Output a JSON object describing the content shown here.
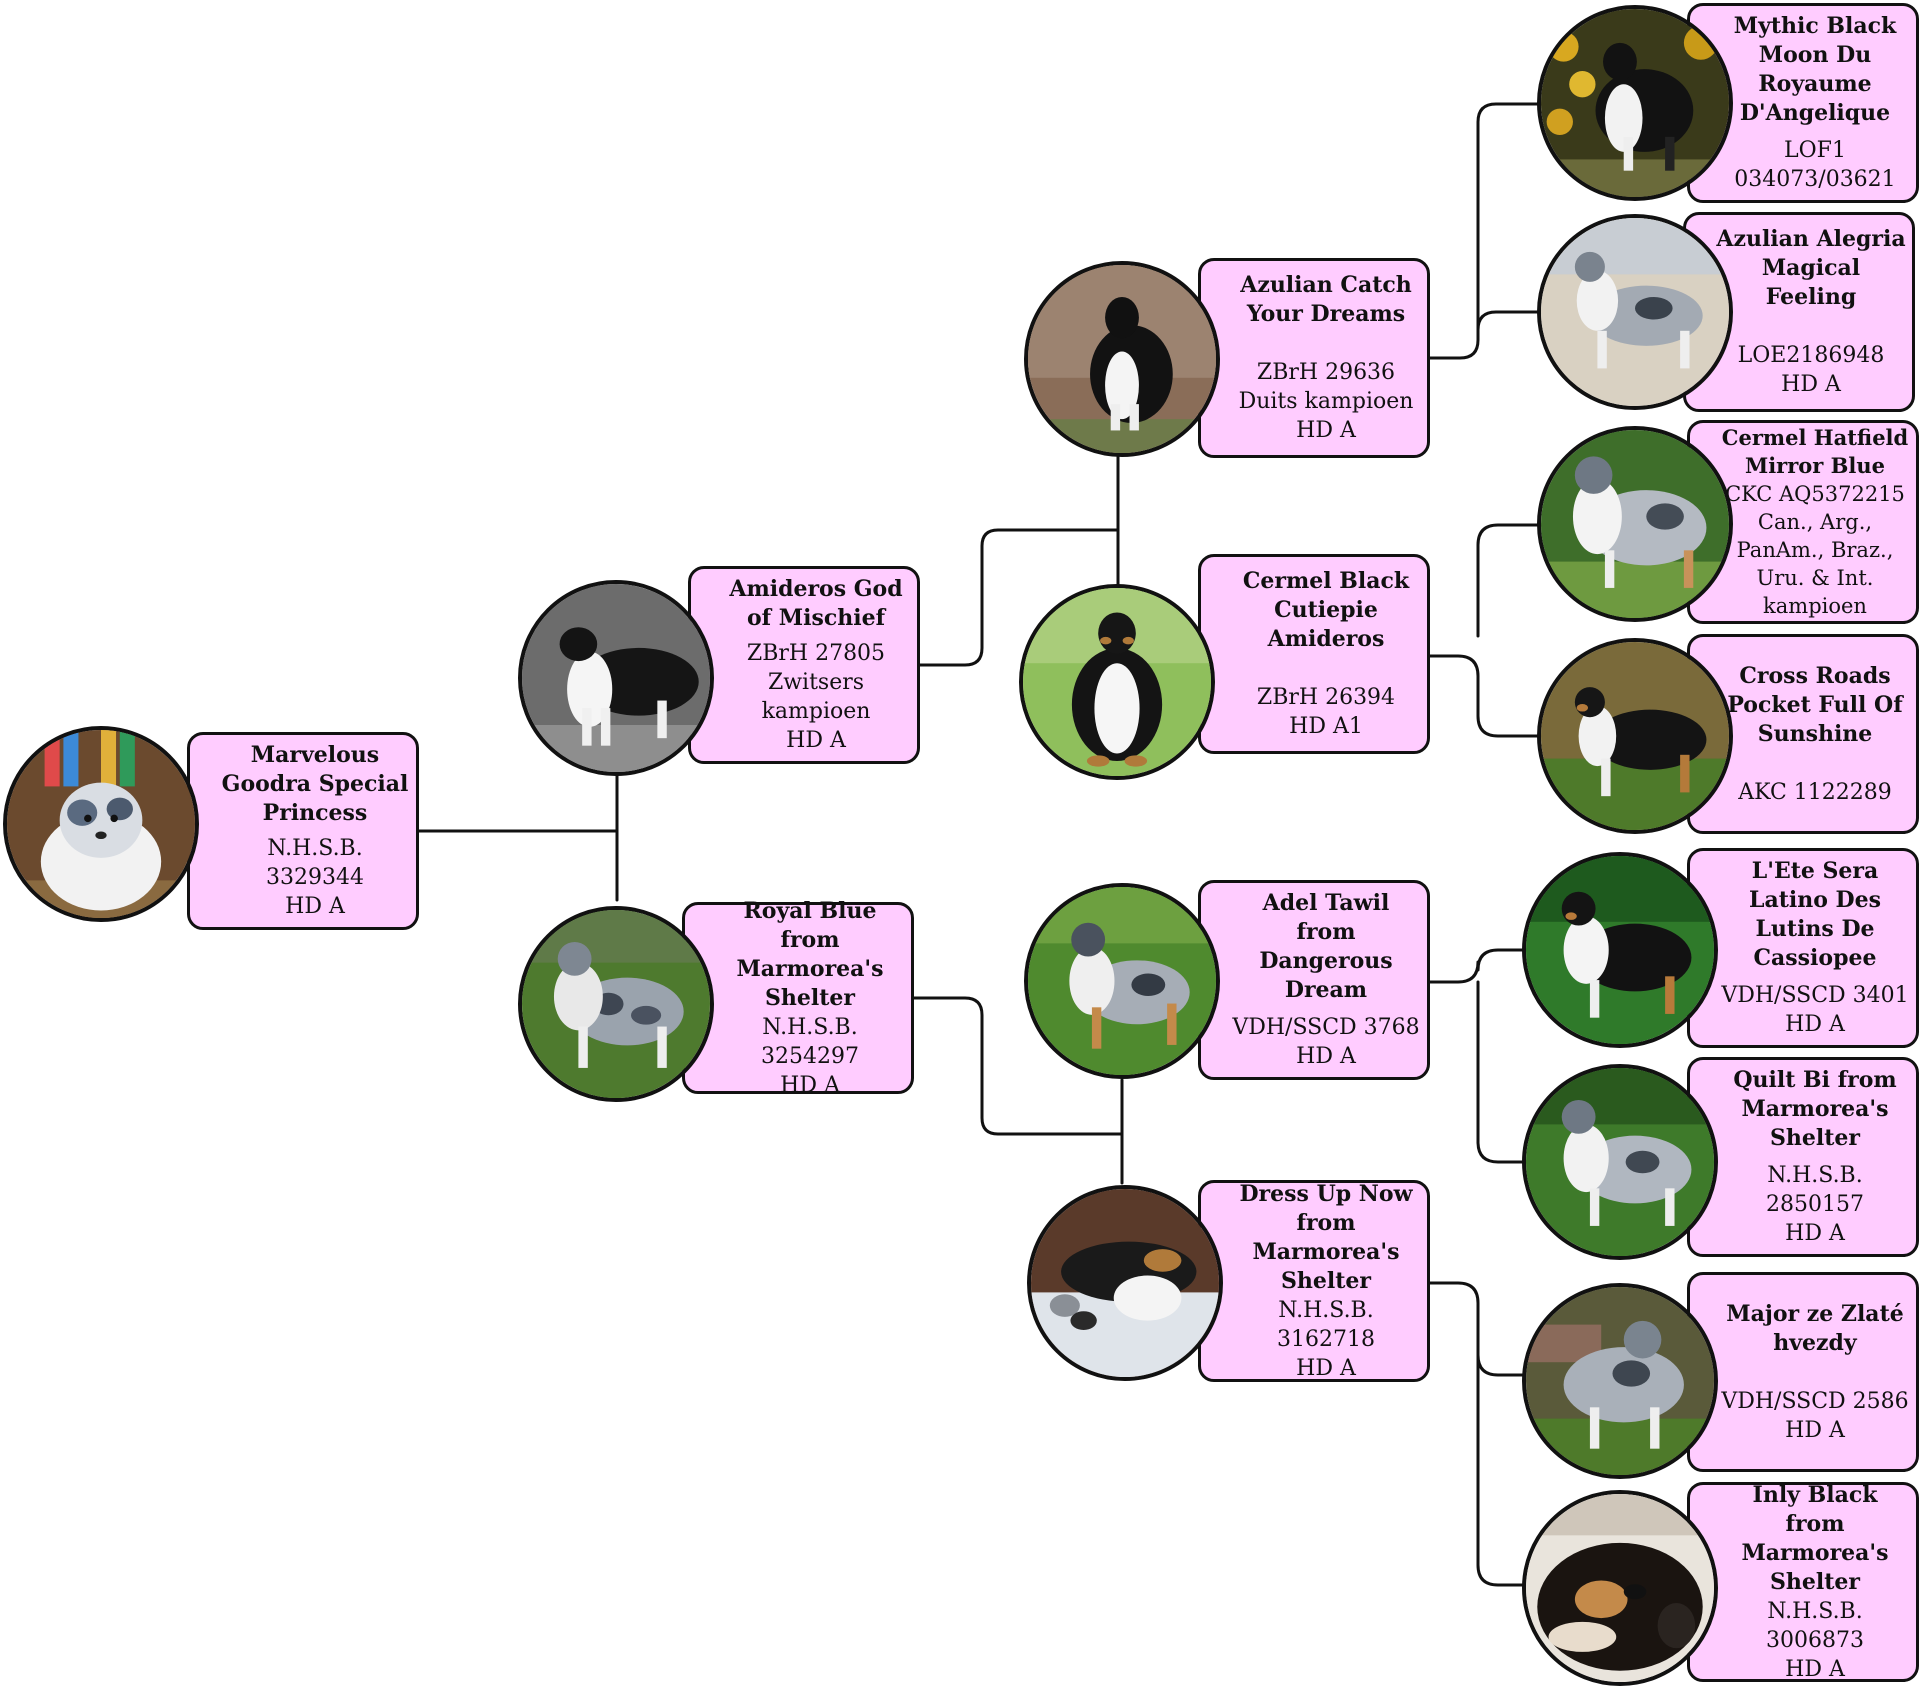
{
  "colors": {
    "card_bg": "#ffccff",
    "outline": "#111111"
  },
  "dogs": {
    "subject": {
      "name": "Marvelous Goodra Special Princess",
      "info": "N.H.S.B. 3329344\nHD A"
    },
    "sire": {
      "name": "Amideros God of Mischief",
      "info": "ZBrH 27805\nZwitsers kampioen\nHD A"
    },
    "dam": {
      "name": "Royal Blue from Marmorea's Shelter",
      "info": "N.H.S.B. 3254297\nHD A"
    },
    "sire_sire": {
      "name": "Azulian Catch Your Dreams",
      "info": "ZBrH 29636\nDuits kampioen\nHD A"
    },
    "sire_dam": {
      "name": "Cermel Black Cutiepie Amideros",
      "info": "ZBrH 26394\nHD A1"
    },
    "dam_sire": {
      "name": "Adel Tawil from Dangerous Dream",
      "info": "VDH/SSCD 3768\nHD A"
    },
    "dam_dam": {
      "name": "Dress Up Now from Marmorea's Shelter",
      "info": "N.H.S.B. 3162718\nHD A"
    },
    "ss_sire": {
      "name": "Mythic Black Moon Du Royaume D'Angelique",
      "info": "LOF1\n034073/03621"
    },
    "ss_dam": {
      "name": "Azulian Alegria Magical Feeling",
      "info": "LOE2186948\nHD A"
    },
    "sd_sire": {
      "name": "Cermel Hatfield Mirror Blue",
      "info": "CKC AQ5372215\nCan., Arg.,\nPanAm., Braz.,\nUru. & Int.\nkampioen"
    },
    "sd_dam": {
      "name": "Cross Roads Pocket Full Of Sunshine",
      "info": "AKC 1122289"
    },
    "ds_sire": {
      "name": "L'Ete Sera Latino Des Lutins De Cassiopee",
      "info": "VDH/SSCD 3401\nHD A"
    },
    "ds_dam": {
      "name": "Quilt Bi from Marmorea's Shelter",
      "info": "N.H.S.B. 2850157\nHD A"
    },
    "dd_sire": {
      "name": "Major ze Zlaté hvezdy",
      "info": "VDH/SSCD 2586\nHD A"
    },
    "dd_dam": {
      "name": "Inly Black from Marmorea's Shelter",
      "info": "N.H.S.B. 3006873\nHD A"
    }
  }
}
